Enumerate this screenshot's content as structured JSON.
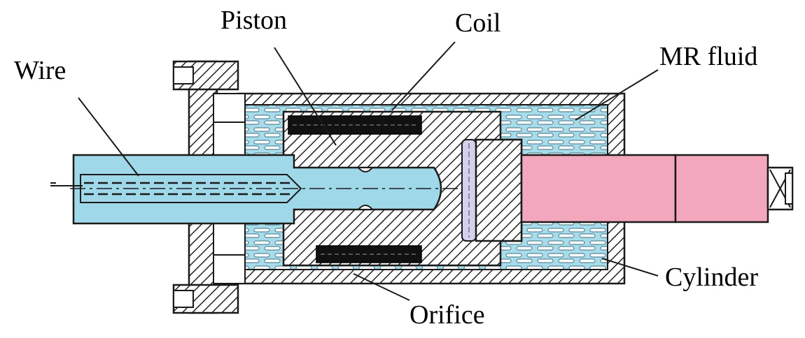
{
  "labels": {
    "wire": "Wire",
    "piston": "Piston",
    "coil": "Coil",
    "mr_fluid": "MR fluid",
    "cylinder": "Cylinder",
    "orifice": "Orifice"
  },
  "colors": {
    "fluid": "#a9dcea",
    "rod_fluid": "#9fd8e8",
    "pink": "#f2a7bd",
    "outline": "#1a1a1a",
    "coil": "#111111"
  }
}
